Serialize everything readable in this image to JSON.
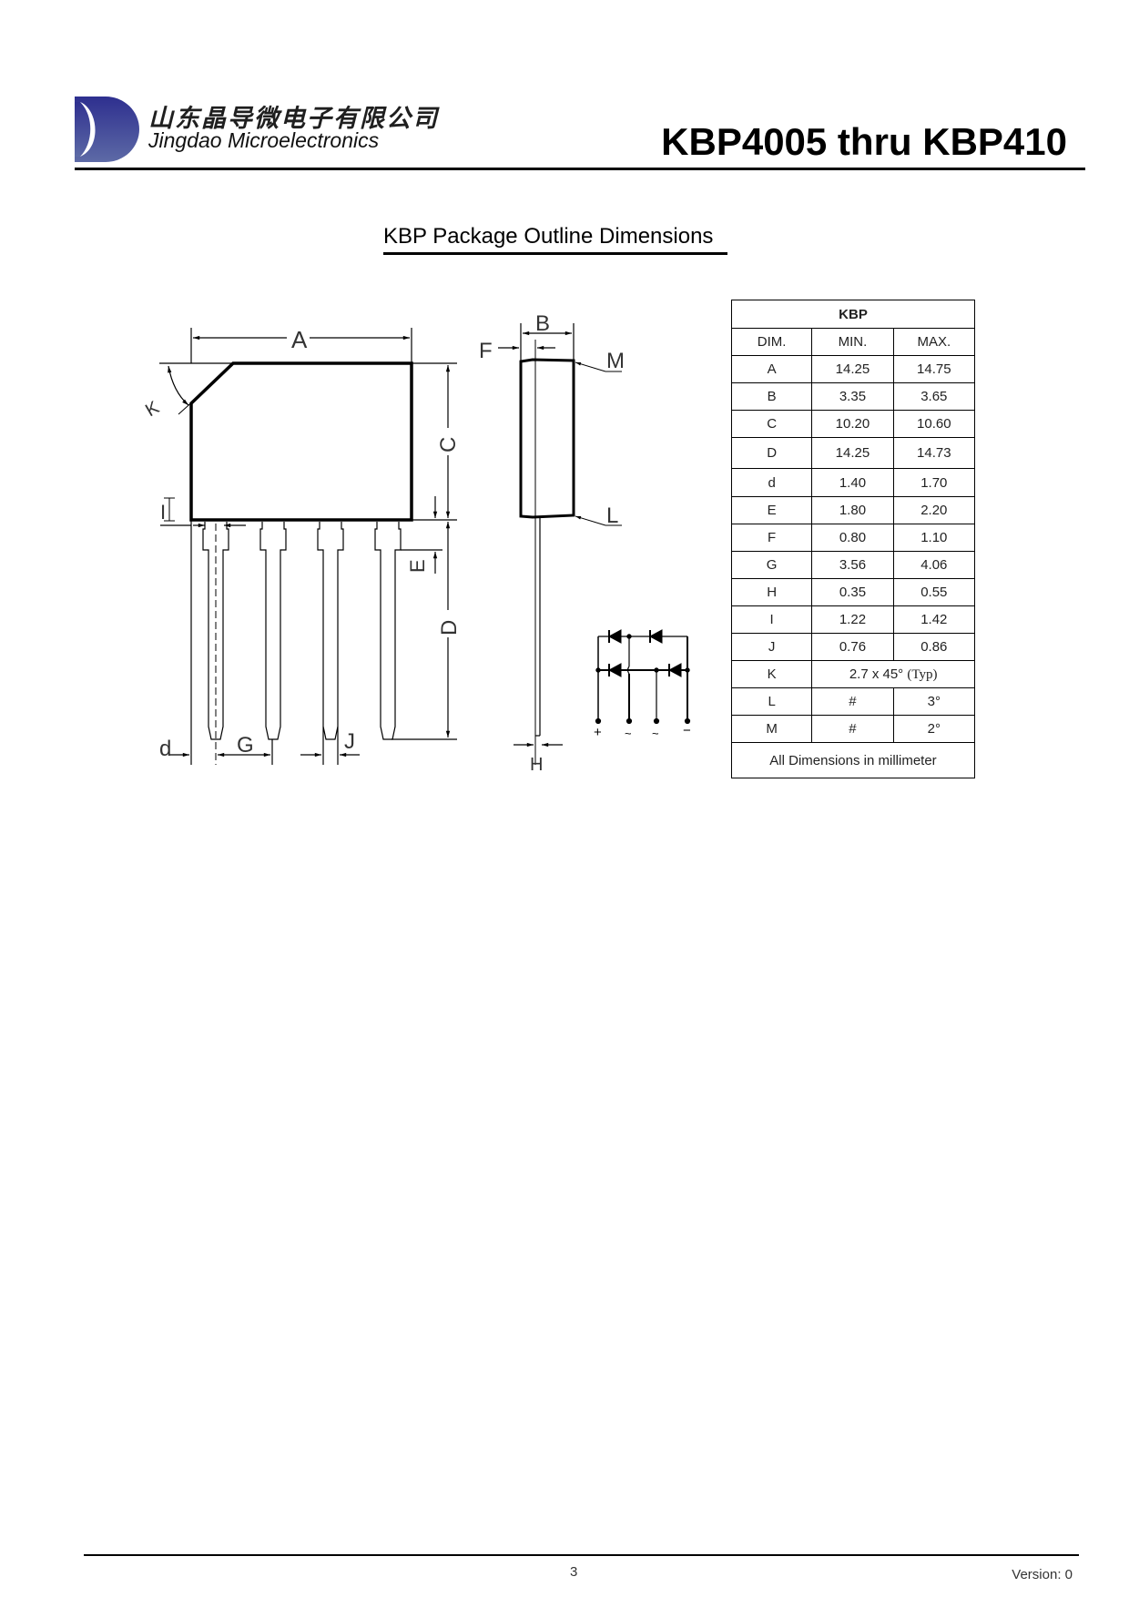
{
  "header": {
    "company_cn": "山东晶导微电子有限公司",
    "company_en": "Jingdao Microelectronics",
    "logo_icon": "jingdao-d-logo-icon",
    "logo_colors": {
      "top": "#2e2f8f",
      "bottom": "#5a6aa8"
    },
    "document_title": "KBP4005 thru KBP410"
  },
  "section": {
    "title": "KBP Package Outline Dimensions"
  },
  "drawing": {
    "front_view_labels": [
      "A",
      "C",
      "K",
      "I",
      "E",
      "D",
      "d",
      "G",
      "J"
    ],
    "side_view_labels": [
      "B",
      "F",
      "M",
      "L",
      "H"
    ],
    "schematic": {
      "type": "bridge-rectifier",
      "pin_labels": [
        "+",
        "~",
        "~",
        "−"
      ]
    }
  },
  "table": {
    "package": "KBP",
    "headers": [
      "DIM.",
      "MIN.",
      "MAX."
    ],
    "rows": [
      {
        "dim": "A",
        "min": "14.25",
        "max": "14.75"
      },
      {
        "dim": "B",
        "min": "3.35",
        "max": "3.65"
      },
      {
        "dim": "C",
        "min": "10.20",
        "max": "10.60"
      },
      {
        "dim": "D",
        "min": "14.25",
        "max": "14.73"
      },
      {
        "dim": "d",
        "min": "1.40",
        "max": "1.70"
      },
      {
        "dim": "E",
        "min": "1.80",
        "max": "2.20"
      },
      {
        "dim": "F",
        "min": "0.80",
        "max": "1.10"
      },
      {
        "dim": "G",
        "min": "3.56",
        "max": "4.06"
      },
      {
        "dim": "H",
        "min": "0.35",
        "max": "0.55"
      },
      {
        "dim": "I",
        "min": "1.22",
        "max": "1.42"
      },
      {
        "dim": "J",
        "min": "0.76",
        "max": "0.86"
      }
    ],
    "row_k": {
      "dim": "K",
      "value": "2.7 x 45°",
      "note": "(Typ)"
    },
    "row_l": {
      "dim": "L",
      "min": "#",
      "max": "3°"
    },
    "row_m": {
      "dim": "M",
      "min": "#",
      "max": "2°"
    },
    "footer": "All Dimensions in millimeter"
  },
  "footer": {
    "page_number": "3",
    "version": "Version: 0"
  }
}
